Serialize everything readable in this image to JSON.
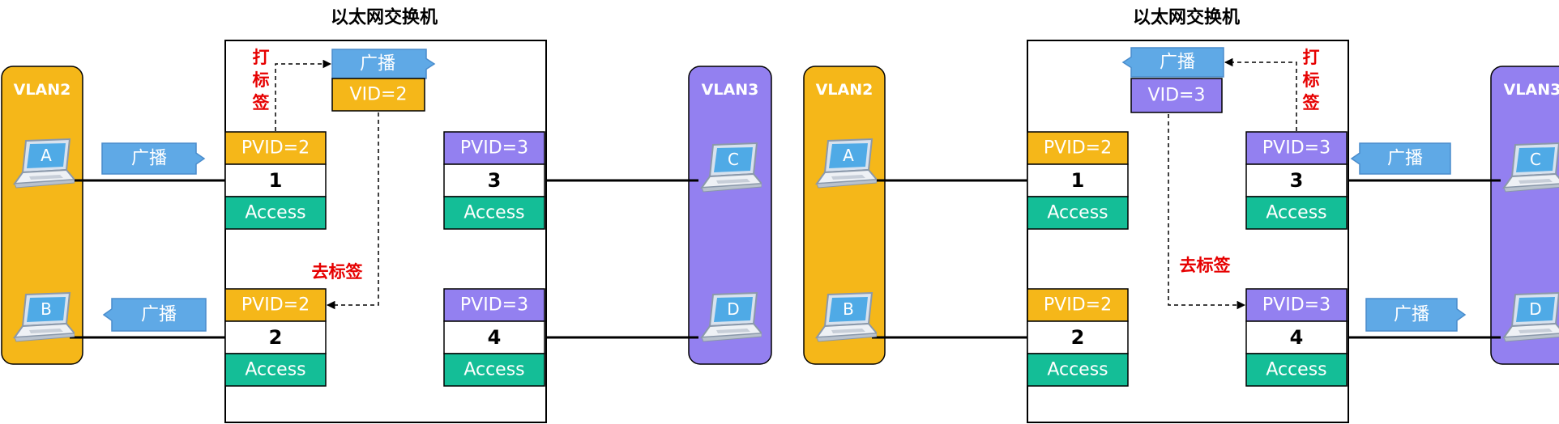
{
  "colors": {
    "vlan2": "#F5B719",
    "vlan3": "#9380F0",
    "access": "#14BE97",
    "broadcast": "#5FA9E6",
    "tag_text": "#E60000",
    "pvid_text": "#ffffff"
  },
  "panels": [
    {
      "title": "以太网交换机",
      "vlan_left": "VLAN2",
      "vlan_right": "VLAN3",
      "hosts": [
        "A",
        "B",
        "C",
        "D"
      ],
      "ports": [
        {
          "pvid": "PVID=2",
          "number": "1",
          "mode": "Access"
        },
        {
          "pvid": "PVID=2",
          "number": "2",
          "mode": "Access"
        },
        {
          "pvid": "PVID=3",
          "number": "3",
          "mode": "Access"
        },
        {
          "pvid": "PVID=3",
          "number": "4",
          "mode": "Access"
        }
      ],
      "frame": {
        "label": "广播",
        "vid": "VID=2"
      },
      "tag_label": "打标签",
      "untag_label": "去标签",
      "broadcast_in": "广播",
      "broadcast_out": "广播"
    },
    {
      "title": "以太网交换机",
      "vlan_left": "VLAN2",
      "vlan_right": "VLAN3",
      "hosts": [
        "A",
        "B",
        "C",
        "D"
      ],
      "ports": [
        {
          "pvid": "PVID=2",
          "number": "1",
          "mode": "Access"
        },
        {
          "pvid": "PVID=2",
          "number": "2",
          "mode": "Access"
        },
        {
          "pvid": "PVID=3",
          "number": "3",
          "mode": "Access"
        },
        {
          "pvid": "PVID=3",
          "number": "4",
          "mode": "Access"
        }
      ],
      "frame": {
        "label": "广播",
        "vid": "VID=3"
      },
      "tag_label": "打标签",
      "untag_label": "去标签",
      "broadcast_in": "广播",
      "broadcast_out": "广播"
    }
  ]
}
